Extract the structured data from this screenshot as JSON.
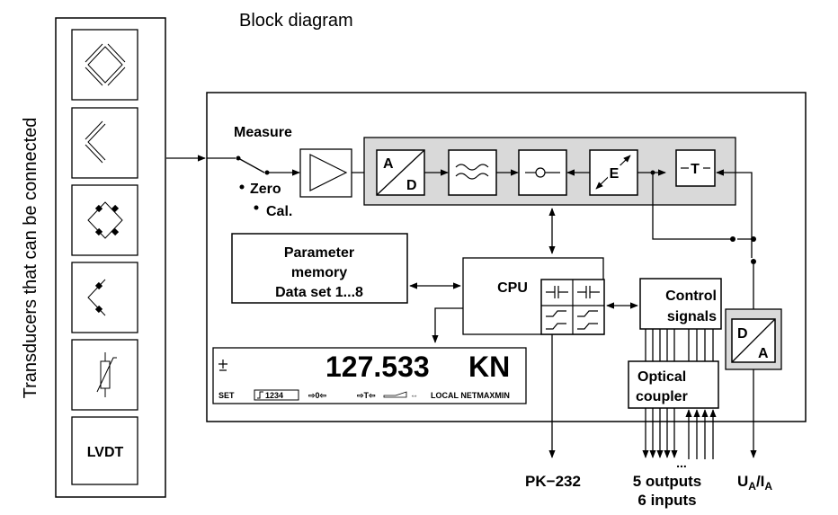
{
  "title": "Block diagram",
  "side_label": "Transducers that can be connected",
  "transducer_lvdt": "LVDT",
  "measure_label": "Measure",
  "zero_label": "Zero",
  "cal_label": "Cal.",
  "ad_a": "A",
  "ad_d": "D",
  "e_label": "E",
  "t_label": "T",
  "da_d": "D",
  "da_a": "A",
  "param_line1": "Parameter",
  "param_line2": "memory",
  "param_line3": "Data set 1...8",
  "cpu_label": "CPU",
  "control_line1": "Control",
  "control_line2": "signals",
  "optical_line1": "Optical",
  "optical_line2": "coupler",
  "display_value": "127.533",
  "display_unit": "KN",
  "display_set": "SET",
  "display_sets": "1234",
  "display_status": "LOCAL NETMAXMIN",
  "out_pk232": "PK−232",
  "out_outputs": "5 outputs",
  "out_inputs": "6 inputs",
  "out_ua": "U",
  "out_ua_sub": "A",
  "out_ia": "/I",
  "out_ia_sub": "A",
  "dots": "..."
}
